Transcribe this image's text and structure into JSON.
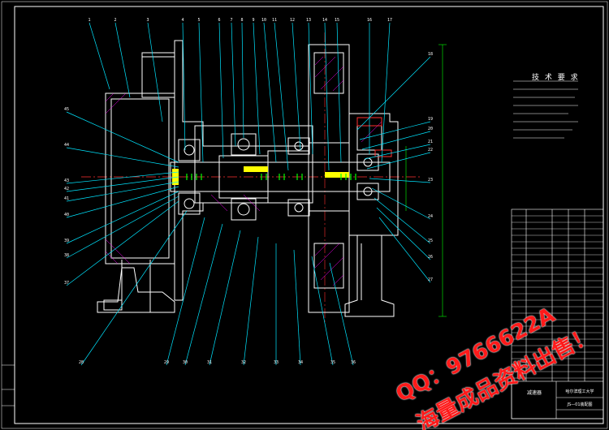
{
  "drawing": {
    "tech_title": "技 术 要 求",
    "tech_lines": [
      "1.",
      "2.",
      "3.",
      "4.",
      "5.",
      "6.",
      "7."
    ],
    "callouts_top": [
      "1",
      "2",
      "3",
      "4",
      "5",
      "6",
      "7",
      "8",
      "9",
      "10",
      "11",
      "12",
      "13",
      "14",
      "15",
      "16",
      "17"
    ],
    "callouts_left": [
      "45",
      "44",
      "43",
      "42",
      "41",
      "40",
      "39",
      "38",
      "37"
    ],
    "callouts_right": [
      "18",
      "19",
      "20",
      "21",
      "22",
      "23",
      "24",
      "25",
      "26",
      "27"
    ],
    "callouts_bottom": [
      "28",
      "29",
      "30",
      "31",
      "32",
      "33",
      "34",
      "35",
      "36"
    ],
    "title_block": {
      "school": "哈尔滨理工大学",
      "drawing_name": "减速器",
      "code": "JS—01装配图"
    }
  },
  "watermark": {
    "line1": "QQ：9766622A",
    "line2": "海量成品资料出售！"
  },
  "colors": {
    "background": "#000000",
    "outline": "#ffffff",
    "leader": "#00e5ff",
    "center": "#ff3030",
    "hatch": "#ff00ff",
    "dim": "#00ff00",
    "part": "#ffff00",
    "watermark": "#ff1a1a"
  }
}
